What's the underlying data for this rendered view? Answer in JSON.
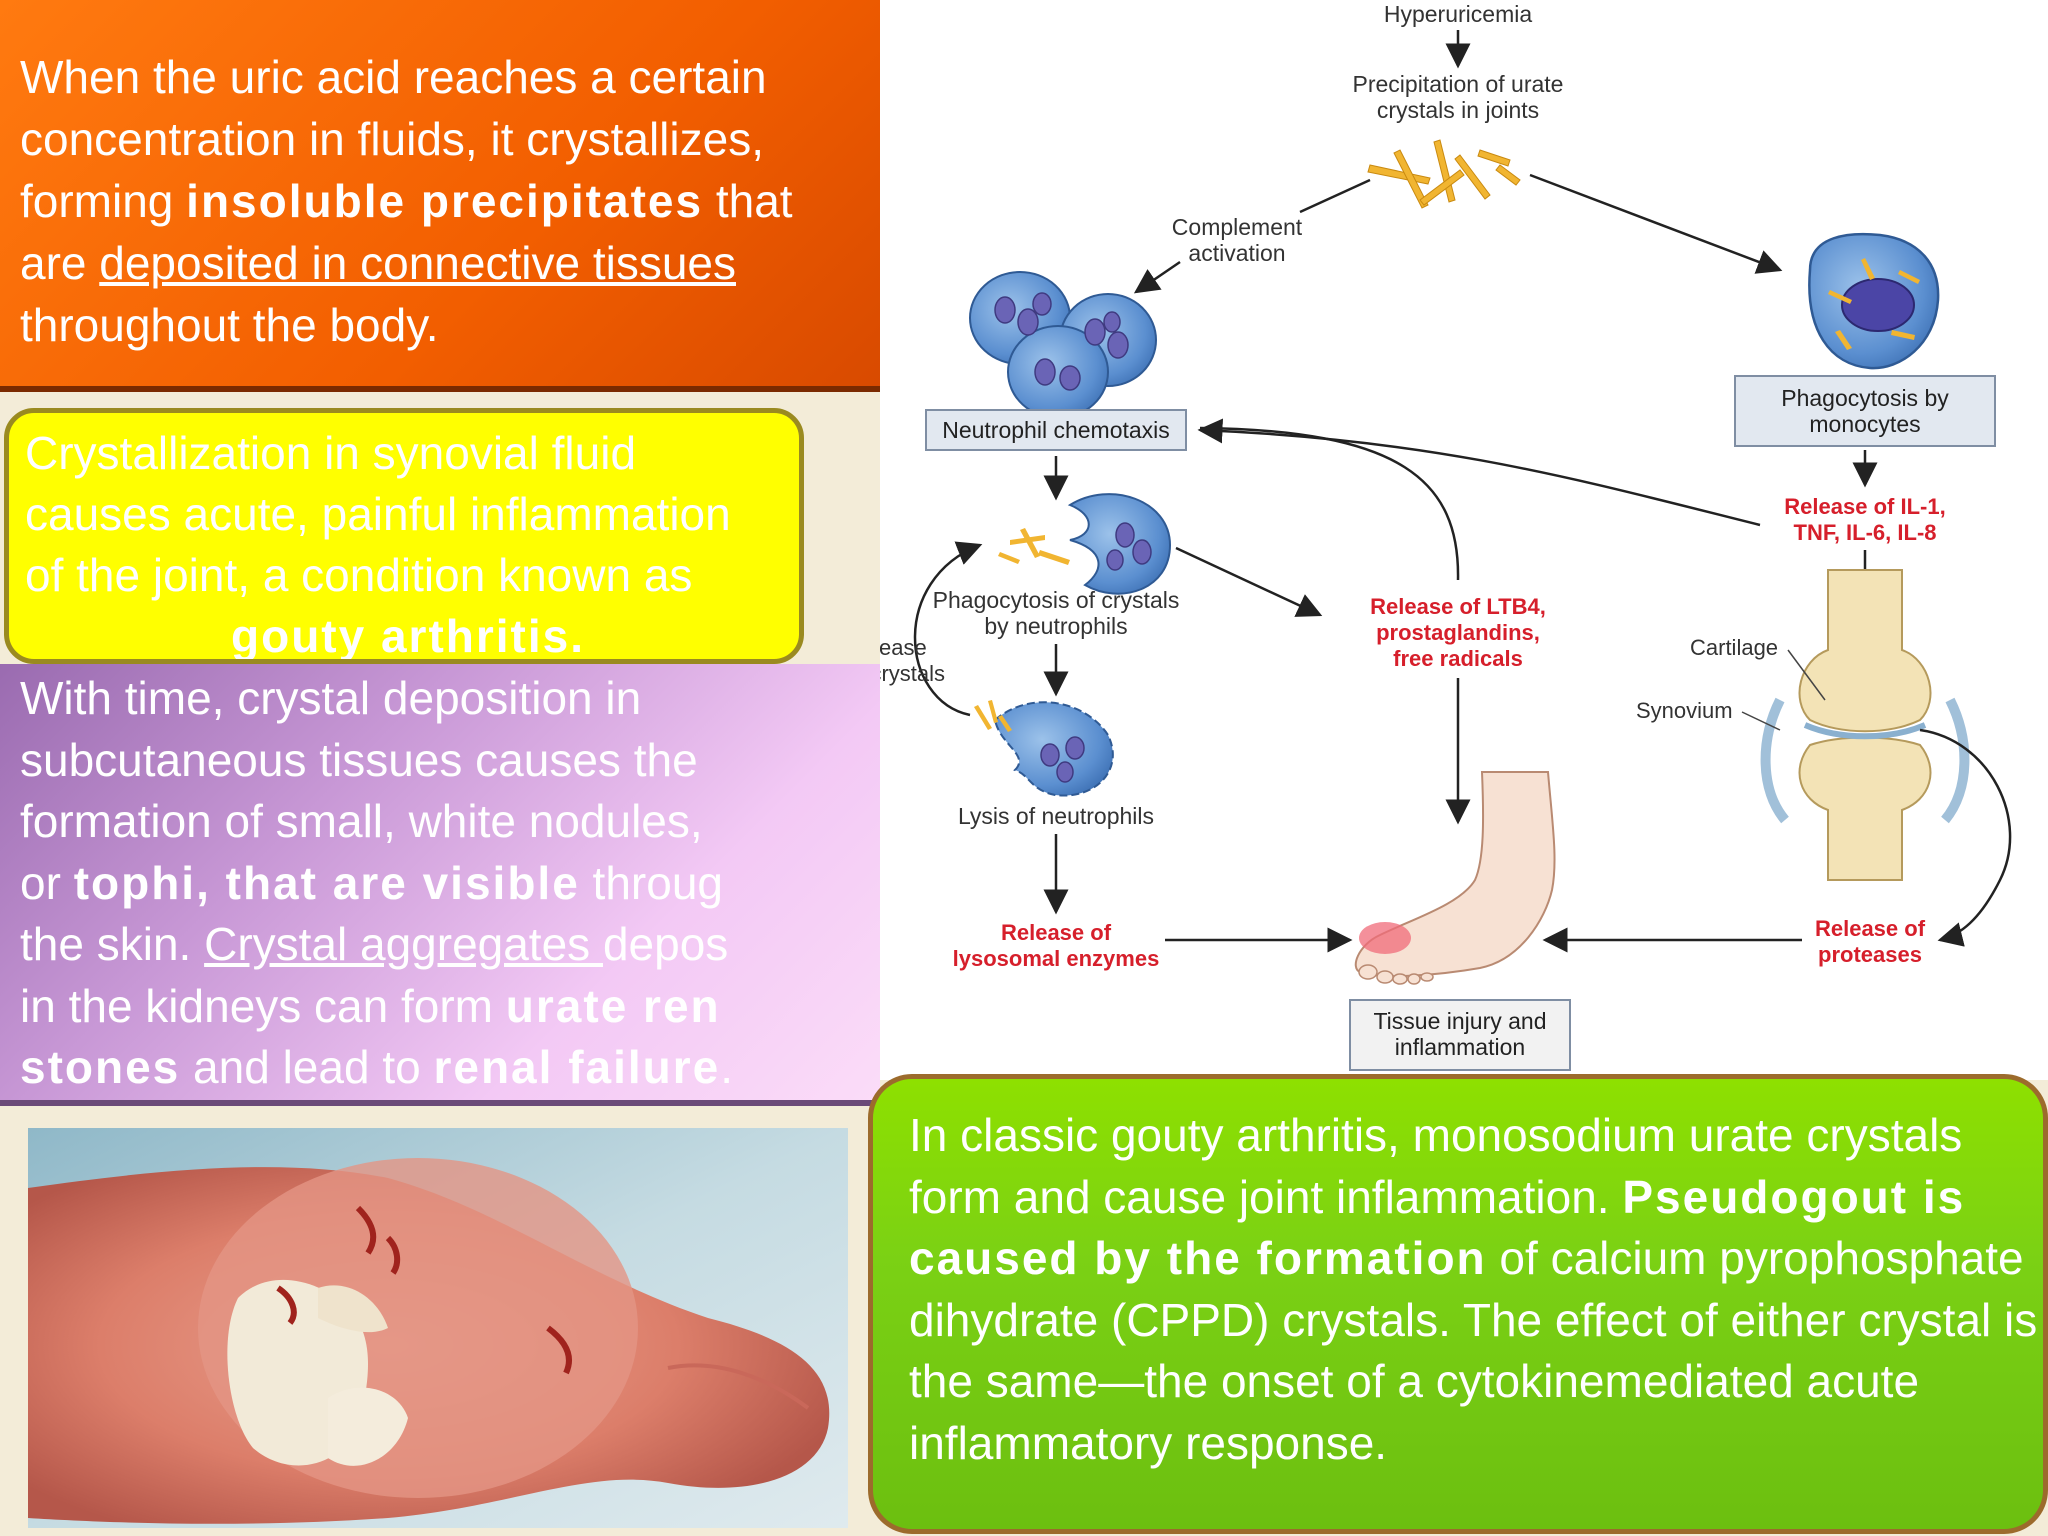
{
  "box_orange": {
    "seg1": " When the uric acid reaches a certain concentration in fluids, it crystallizes, forming ",
    "bold1": "insoluble precipitates",
    "seg2": " that are ",
    "underline1": "deposited in connective tissues",
    "seg3": " throughout the body."
  },
  "box_yellow": {
    "line1": " Crystallization in synovial fluid",
    "line2": "causes acute, painful inflammation",
    "line3": "of the joint, a condition known as",
    "bold": "gouty arthritis."
  },
  "box_pink": {
    "line1": " With time, crystal deposition in",
    "line2": "subcutaneous tissues causes the",
    "line3": "formation of small, white nodules,",
    "line4_a": "or ",
    "line4_bold": "tophi, that are visible",
    "line4_b": " throug",
    "line5_a": "the skin. ",
    "line5_underline": "Crystal aggregates ",
    "line5_b": "depos",
    "line6_a": "in the kidneys can form ",
    "line6_bold": "urate ren",
    "line7_bold1": "stones",
    "line7_a": " and lead to ",
    "line7_bold2": "renal failure",
    "line7_b": "."
  },
  "box_green": {
    "seg1": " In classic gouty arthritis, monosodium urate crystals form and cause joint inflammation. ",
    "bold": "Pseudogout is caused by the formation",
    "seg2": " of calcium pyrophosphate dihydrate (CPPD) crystals. The effect of either crystal is the same—the onset of a cytokinemediated acute inflammatory response."
  },
  "diagram": {
    "hyperuricemia": "Hyperuricemia",
    "precip_1": "Precipitation of urate",
    "precip_2": "crystals in joints",
    "complement_1": "Complement",
    "complement_2": "activation",
    "neutrophil_chemotaxis": "Neutrophil chemotaxis",
    "phago_mono_1": "Phagocytosis by",
    "phago_mono_2": "monocytes",
    "il_release_1": "Release of IL-1,",
    "il_release_2": "TNF, IL-6, IL-8",
    "phago_neut_1": "Phagocytosis of crystals",
    "phago_neut_2": "by neutrophils",
    "release_crystals_1": "Release",
    "release_crystals_2": "of crystals",
    "ltb4_1": "Release of LTB4,",
    "ltb4_2": "prostaglandins,",
    "ltb4_3": "free radicals",
    "cartilage": "Cartilage",
    "synovium": "Synovium",
    "lysis": "Lysis of neutrophils",
    "lysosomal_1": "Release of",
    "lysosomal_2": "lysosomal enzymes",
    "proteases_1": "Release of",
    "proteases_2": "proteases",
    "tissue_1": "Tissue injury and",
    "tissue_2": "inflammation"
  },
  "colors": {
    "orange": "#f25e00",
    "yellow": "#ffff00",
    "green": "#7bd114",
    "diagram_red": "#d61f2b",
    "cell_blue": "#5b8fd0"
  }
}
